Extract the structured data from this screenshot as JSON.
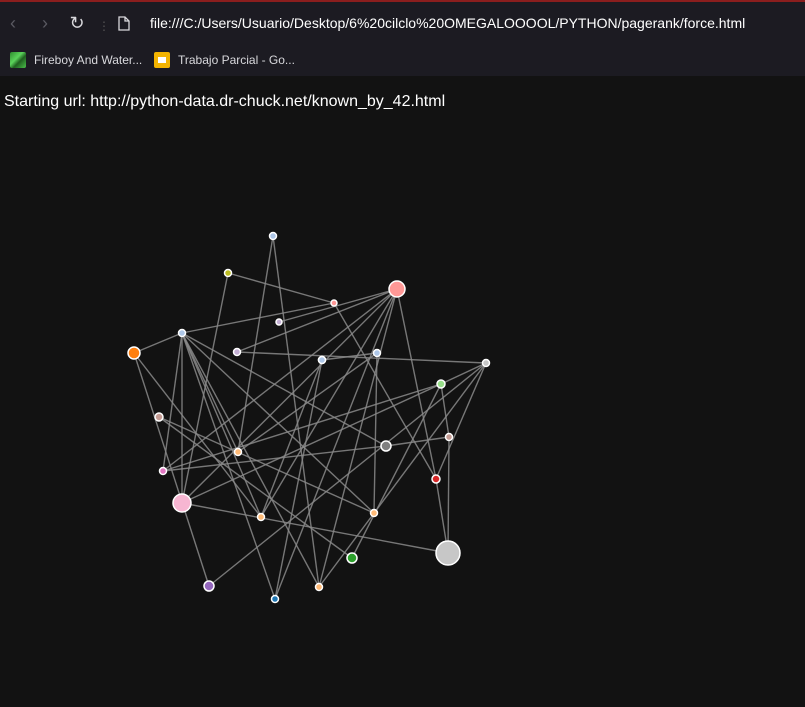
{
  "browser": {
    "url": "file:///C:/Users/Usuario/Desktop/6%20cilclo%20OMEGALOOOOL/PYTHON/pagerank/force.html",
    "bookmarks": [
      {
        "label": "Fireboy And Water...",
        "icon": "game-favicon"
      },
      {
        "label": "Trabajo Parcial - Go...",
        "icon": "slides-favicon"
      }
    ]
  },
  "page": {
    "starting_label": "Starting url: http://python-data.dr-chuck.net/known_by_42.html"
  },
  "graph": {
    "nodes": [
      {
        "id": "n0",
        "color": "#ff9896"
      },
      {
        "id": "n1",
        "color": "#c7c7c7"
      },
      {
        "id": "n2",
        "color": "#f7b6d2"
      },
      {
        "id": "n3",
        "color": "#ff7f0e"
      },
      {
        "id": "n4",
        "color": "#2ca02c"
      },
      {
        "id": "n5",
        "color": "#c5b0d5"
      },
      {
        "id": "n6",
        "color": "#aec7e8"
      },
      {
        "id": "n7",
        "color": "#c49c94"
      },
      {
        "id": "n8",
        "color": "#7f7f7f"
      },
      {
        "id": "n9",
        "color": "#d62728"
      },
      {
        "id": "n10",
        "color": "#9467bd"
      },
      {
        "id": "n11",
        "color": "#bcbd22"
      },
      {
        "id": "n12",
        "color": "#e377c2"
      },
      {
        "id": "n13",
        "color": "#98df8a"
      },
      {
        "id": "n14",
        "color": "#ffbb78"
      },
      {
        "id": "n15",
        "color": "#1f77b4"
      },
      {
        "id": "n16",
        "color": "#ffbb78"
      },
      {
        "id": "n17",
        "color": "#aec7e8"
      },
      {
        "id": "n18",
        "color": "#aec7e8"
      },
      {
        "id": "n19",
        "color": "#aec7e8"
      },
      {
        "id": "n20",
        "color": "#c5b0d5"
      },
      {
        "id": "n21",
        "color": "#ffbb78"
      },
      {
        "id": "n22",
        "color": "#c49c94"
      },
      {
        "id": "n23",
        "color": "#ffbb78"
      },
      {
        "id": "n24",
        "color": "#c7c7c7"
      },
      {
        "id": "n25",
        "color": "#aec7e8"
      },
      {
        "id": "n26",
        "color": "#ff9896"
      }
    ],
    "links": [
      [
        "n19",
        "n3"
      ],
      [
        "n19",
        "n8"
      ],
      [
        "n19",
        "n23"
      ],
      [
        "n19",
        "n12"
      ],
      [
        "n19",
        "n21"
      ],
      [
        "n19",
        "n16"
      ],
      [
        "n19",
        "n14"
      ],
      [
        "n19",
        "n15"
      ],
      [
        "n19",
        "n2"
      ],
      [
        "n19",
        "n26"
      ],
      [
        "n0",
        "n12"
      ],
      [
        "n0",
        "n9"
      ],
      [
        "n0",
        "n2"
      ],
      [
        "n0",
        "n20"
      ],
      [
        "n0",
        "n15"
      ],
      [
        "n0",
        "n14"
      ],
      [
        "n0",
        "n21"
      ],
      [
        "n3",
        "n21"
      ],
      [
        "n3",
        "n10"
      ],
      [
        "n13",
        "n12"
      ],
      [
        "n13",
        "n2"
      ],
      [
        "n13",
        "n22"
      ],
      [
        "n13",
        "n4"
      ],
      [
        "n24",
        "n13"
      ],
      [
        "n24",
        "n14"
      ],
      [
        "n24",
        "n9"
      ],
      [
        "n24",
        "n10"
      ],
      [
        "n26",
        "n11"
      ],
      [
        "n26",
        "n9"
      ],
      [
        "n25",
        "n14"
      ],
      [
        "n25",
        "n23"
      ],
      [
        "n17",
        "n21"
      ],
      [
        "n17",
        "n15"
      ],
      [
        "n11",
        "n2"
      ],
      [
        "n18",
        "n16"
      ],
      [
        "n18",
        "n23"
      ],
      [
        "n20",
        "n24"
      ],
      [
        "n7",
        "n16"
      ],
      [
        "n7",
        "n4"
      ],
      [
        "n8",
        "n22"
      ],
      [
        "n22",
        "n1"
      ],
      [
        "n2",
        "n1"
      ],
      [
        "n12",
        "n8"
      ],
      [
        "n5",
        "n0"
      ],
      [
        "n6",
        "n18"
      ],
      [
        "n9",
        "n1"
      ]
    ]
  }
}
